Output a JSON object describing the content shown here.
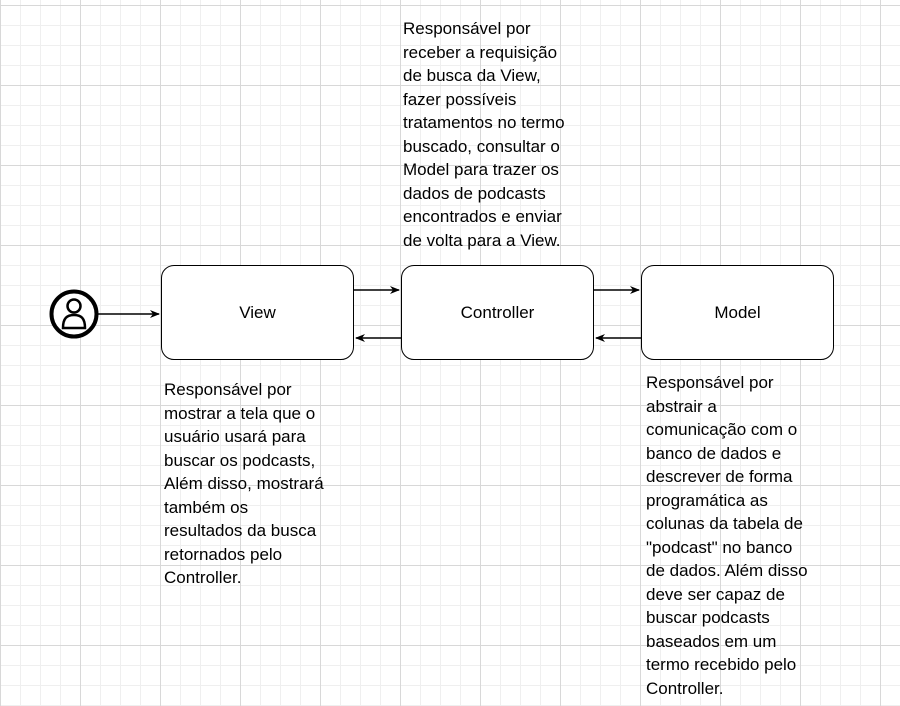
{
  "diagram": {
    "nodes": {
      "view": {
        "label": "View"
      },
      "controller": {
        "label": "Controller"
      },
      "model": {
        "label": "Model"
      }
    },
    "actor": {
      "icon": "user-icon"
    },
    "notes": {
      "controller": "Responsável por\nreceber a requisição\nde busca da View,\nfazer possíveis\ntratamentos no termo\nbuscado, consultar o\nModel para trazer os\ndados de podcasts\nencontrados e enviar\nde volta para a View.",
      "view": "Responsável por\nmostrar a tela que o\nusuário usará para\nbuscar os podcasts,\nAlém disso, mostrará\ntambém os\nresultados da busca\nretornados pelo\nController.",
      "model": "Responsável por\nabstrair a\ncomunicação com o\nbanco de dados e\ndescrever de forma\nprogramática as\ncolunas da tabela de\n\"podcast\" no banco\nde dados. Além disso\ndeve ser capaz de\nbuscar podcasts\nbaseados em um\ntermo recebido pelo\nController."
    },
    "edges": [
      {
        "from": "actor",
        "to": "view"
      },
      {
        "from": "view",
        "to": "controller"
      },
      {
        "from": "controller",
        "to": "view"
      },
      {
        "from": "controller",
        "to": "model"
      },
      {
        "from": "model",
        "to": "controller"
      }
    ]
  }
}
